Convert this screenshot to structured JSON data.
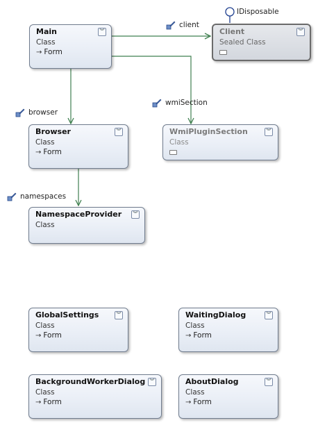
{
  "diagram": {
    "interface_lollipop": {
      "label": "IDisposable"
    },
    "shapes": [
      {
        "id": "main",
        "name": "Main",
        "kind": "Class",
        "base": "Form"
      },
      {
        "id": "client",
        "name": "Client",
        "kind": "Sealed Class"
      },
      {
        "id": "browser",
        "name": "Browser",
        "kind": "Class",
        "base": "Form"
      },
      {
        "id": "wmi",
        "name": "WmiPluginSection",
        "kind": "Class"
      },
      {
        "id": "nsprov",
        "name": "NamespaceProvider",
        "kind": "Class"
      },
      {
        "id": "globalsettings",
        "name": "GlobalSettings",
        "kind": "Class",
        "base": "Form"
      },
      {
        "id": "waitingdialog",
        "name": "WaitingDialog",
        "kind": "Class",
        "base": "Form"
      },
      {
        "id": "bgworker",
        "name": "BackgroundWorkerDialog",
        "kind": "Class",
        "base": "Form"
      },
      {
        "id": "aboutdialog",
        "name": "AboutDialog",
        "kind": "Class",
        "base": "Form"
      }
    ],
    "associations": [
      {
        "label": "client"
      },
      {
        "label": "browser"
      },
      {
        "label": "wmiSection"
      },
      {
        "label": "namespaces"
      }
    ],
    "icons": {
      "association": "association-icon",
      "collapse": "collapse-chevron-icon",
      "inherits": "inheritance-arrow-icon",
      "collapsed_members": "collapsed-members-icon",
      "interface": "interface-lollipop-icon"
    },
    "colors": {
      "connector": "#3f7f4f",
      "shape_border": "#6f7b8d"
    }
  }
}
